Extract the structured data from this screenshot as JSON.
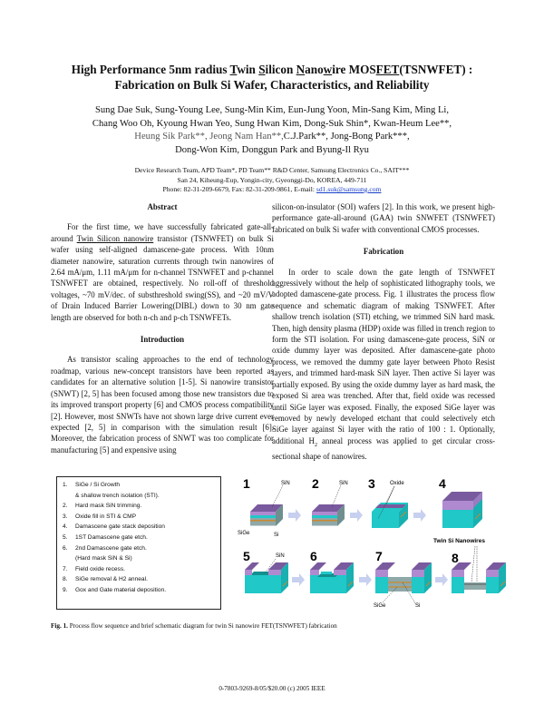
{
  "header": {
    "title_parts": {
      "p1": "High Performance 5nm radius ",
      "T": "T",
      "p2": "win ",
      "S": "S",
      "p3": "ilicon ",
      "N": "N",
      "p4": "ano",
      "w": "w",
      "p5": "ire MOS",
      "FET": "FET",
      "p6": "(TSNWFET) :"
    },
    "title_line2": "Fabrication on Bulk Si Wafer, Characteristics, and Reliability",
    "authors": [
      "Sung Dae Suk, Sung-Young Lee, Sung-Min Kim, Eun-Jung Yoon, Min-Sang Kim, Ming Li,",
      "Chang Woo Oh, Kyoung Hwan Yeo, Sung Hwan Kim, Dong-Suk Shin*, Kwan-Heum Lee**,",
      "Heung Sik Park**, Jeong Nam Han**,",
      "C.J.Park**, Jong-Bong Park***,",
      "Dong-Won Kim, Donggun Park and Byung-Il Ryu"
    ],
    "affiliation": [
      "Device Research Team, APD Team*, PD Team** R&D Center, Samsung Electronics Co., SAIT***",
      "San 24, Kiheung-Eup, Yongin-city, Gyeonggi-Do, KOREA, 449-711",
      "Phone: 82-31-209-6679, Fax: 82-31-209-9861, E-mail: "
    ],
    "email": "sd1.suk@samsung.com"
  },
  "abstract": {
    "heading": "Abstract",
    "text_a": "For the first time, we have successfully fabricated gate-all-around ",
    "twin": "Twin ",
    "silicon": "Silicon ",
    "nanowire": "nanowire",
    "text_b": " transistor (TSNWFET) on bulk Si wafer using self-aligned damascene-gate process. With 10nm diameter nanowire, saturation currents through twin nanowires of 2.64 mA/μm, 1.11 mA/μm for n-channel TSNWFET and p-channel TSNWFET are obtained, respectively. No roll-off of threshold voltages, ~70 mV/dec. of substhreshold swing(SS), and ~20 mV/V of Drain Induced Barrier Lowering(DIBL) down to 30 nm gate length are observed for both n-ch and p-ch TSNWFETs."
  },
  "introduction": {
    "heading": "Introduction",
    "text": "As transistor scaling approaches to the end of technology roadmap, various new-concept transistors have been reported as candidates for an alternative solution [1-5]. Si nanowire transistor (SNWT) [2, 5] has been focused among those new transistors due to its improved transport property [6] and CMOS process compatibility [2]. However, most SNWTs have not shown large drive current ever expected [2, 5] in comparison with the simulation result [6]. Moreover, the fabrication process of SNWT was too complicate for manufacturing [5] and expensive using",
    "continued": "silicon-on-insulator (SOI) wafers [2]. In this work, we present high-performance gate-all-around (GAA) twin SNWFET (TSNWFET) fabricated on bulk Si wafer with conventional CMOS processes."
  },
  "fabrication": {
    "heading": "Fabrication",
    "text_a": "In order to scale down the gate length of TSNWFET aggressively without the help of sophisticated lithography tools, we adopted damascene-gate process. Fig. 1 illustrates the process flow sequence and schematic diagram of making TSNWFET. After shallow trench isolation (STI) etching, we trimmed SiN hard mask. Then, high density plasma (HDP) oxide was filled in trench region to form the STI isolation. For using damascene-gate process, SiN or oxide dummy layer was deposited. After damascene-gate photo process, we removed the dummy gate layer between Photo Resist layers, and trimmed hard-mask SiN layer. Then active Si layer was partially exposed. By using the oxide dummy layer as hard mask, the exposed Si area was trenched. After that, field oxide was recessed until SiGe layer was exposed. Finally, the exposed SiGe layer was removed by newly developed etchant that could selectively etch SiGe layer against Si layer with the ratio of 100 : 1. Optionally, additional H",
    "sub": "2",
    "text_b": " anneal process was applied to get circular cross-sectional shape of nanowires."
  },
  "figure": {
    "steps": [
      {
        "num": "1.",
        "text": "SiGe / Si Growth"
      },
      {
        "num": "",
        "text": "& shallow trench isolation (STI)."
      },
      {
        "num": "2.",
        "text": "Hard mask SiN trimming."
      },
      {
        "num": "3.",
        "text": "Oxide fill in STI & CMP"
      },
      {
        "num": "4.",
        "text": "Damascene gate stack deposition"
      },
      {
        "num": "5.",
        "text": "1ST Damascene gate etch."
      },
      {
        "num": "6.",
        "text": "2nd Damascene gate etch."
      },
      {
        "num": "",
        "text": "(Hard mask SiN & Si)"
      },
      {
        "num": "7.",
        "text": "Field oxide recess."
      },
      {
        "num": "8.",
        "text": "SiGe removal & H2 anneal."
      },
      {
        "num": "9.",
        "text": "Gox and Gate material deposition."
      }
    ],
    "diagram_labels": {
      "n1": "1",
      "n2": "2",
      "n3": "3",
      "n4": "4",
      "n5": "5",
      "n6": "6",
      "n7": "7",
      "n8": "8",
      "sin1": "SiN",
      "sin2": "SiN",
      "oxide": "Oxide",
      "sin5": "SiN",
      "sige1": "SiGe",
      "si1": "Si",
      "sige7": "SiGe",
      "si7": "Si",
      "twin": "Twin Si Nanowires"
    },
    "colors": {
      "purple_top": "#7a5a9e",
      "purple_light": "#b08ad0",
      "cyan": "#20c8c8",
      "cyan_dark": "#129090",
      "grey": "#8fa8a8",
      "orange": "#c88a30",
      "arrow": "#c8d0f0"
    },
    "caption_label": "Fig. 1.",
    "caption_text": " Process flow sequence and brief schematic diagram for twin Si nanowire FET(TSNWFET) fabrication"
  },
  "footer": "0-7803-9269-8/05/$20.00 (c) 2005 IEEE"
}
